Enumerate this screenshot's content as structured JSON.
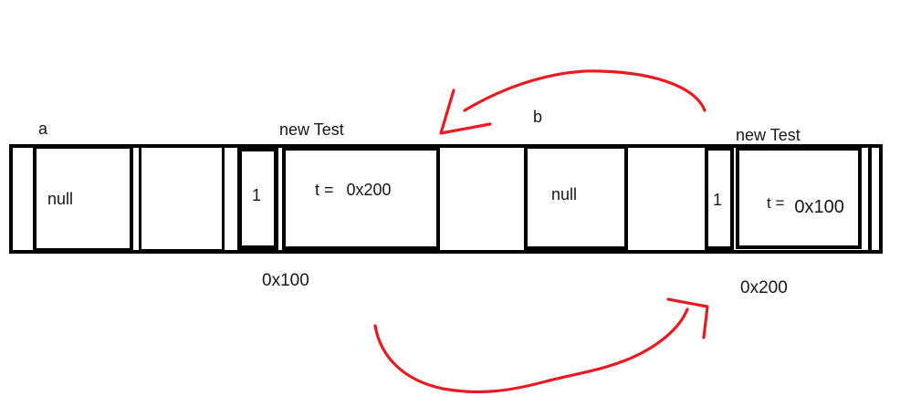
{
  "colors": {
    "arrow": "#e81b23",
    "line": "#000000",
    "text": "#17171c"
  },
  "memory": {
    "var_a": {
      "label": "a",
      "value": "null"
    },
    "flag_a": {
      "value": "1"
    },
    "object_a": {
      "label": "new Test",
      "field_prefix": "t =",
      "field_value": "0x200",
      "address": "0x100"
    },
    "var_b": {
      "label": "b",
      "value": "null"
    },
    "flag_b": {
      "value": "1"
    },
    "object_b": {
      "label": "new Test",
      "field_prefix": "t =",
      "field_value": "0x100",
      "address": "0x200"
    }
  }
}
